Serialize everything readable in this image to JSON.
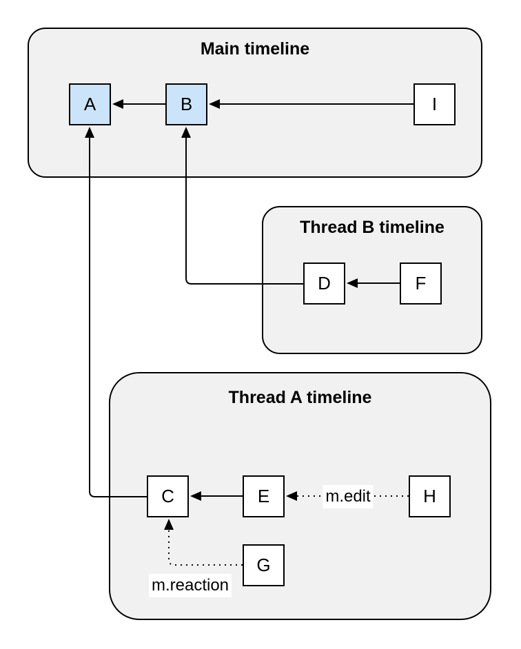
{
  "colors": {
    "background": "#ffffff",
    "container_fill": "#f1f1f1",
    "container_border": "#000000",
    "node_fill": "#ffffff",
    "node_highlight_fill": "#cce4f9",
    "node_border": "#000000",
    "edge_stroke": "#000000",
    "edge_label_bg": "#ffffff",
    "text": "#000000"
  },
  "containers": {
    "main": {
      "title": "Main timeline"
    },
    "thread_b": {
      "title": "Thread B timeline"
    },
    "thread_a": {
      "title": "Thread A timeline"
    }
  },
  "nodes": {
    "A": {
      "label": "A",
      "highlighted": true
    },
    "B": {
      "label": "B",
      "highlighted": true
    },
    "I": {
      "label": "I",
      "highlighted": false
    },
    "D": {
      "label": "D",
      "highlighted": false
    },
    "F": {
      "label": "F",
      "highlighted": false
    },
    "C": {
      "label": "C",
      "highlighted": false
    },
    "E": {
      "label": "E",
      "highlighted": false
    },
    "H": {
      "label": "H",
      "highlighted": false
    },
    "G": {
      "label": "G",
      "highlighted": false
    }
  },
  "edges": {
    "b_to_a": {
      "from": "B",
      "to": "A",
      "style": "solid",
      "label": ""
    },
    "i_to_b": {
      "from": "I",
      "to": "B",
      "style": "solid",
      "label": ""
    },
    "f_to_d": {
      "from": "F",
      "to": "D",
      "style": "solid",
      "label": ""
    },
    "d_to_b": {
      "from": "D",
      "to": "B",
      "style": "solid",
      "label": ""
    },
    "e_to_c": {
      "from": "E",
      "to": "C",
      "style": "solid",
      "label": ""
    },
    "c_to_a": {
      "from": "C",
      "to": "A",
      "style": "solid",
      "label": ""
    },
    "h_to_e": {
      "from": "H",
      "to": "E",
      "style": "dotted",
      "label": "m.edit"
    },
    "g_to_c": {
      "from": "G",
      "to": "C",
      "style": "dotted",
      "label": "m.reaction"
    }
  }
}
